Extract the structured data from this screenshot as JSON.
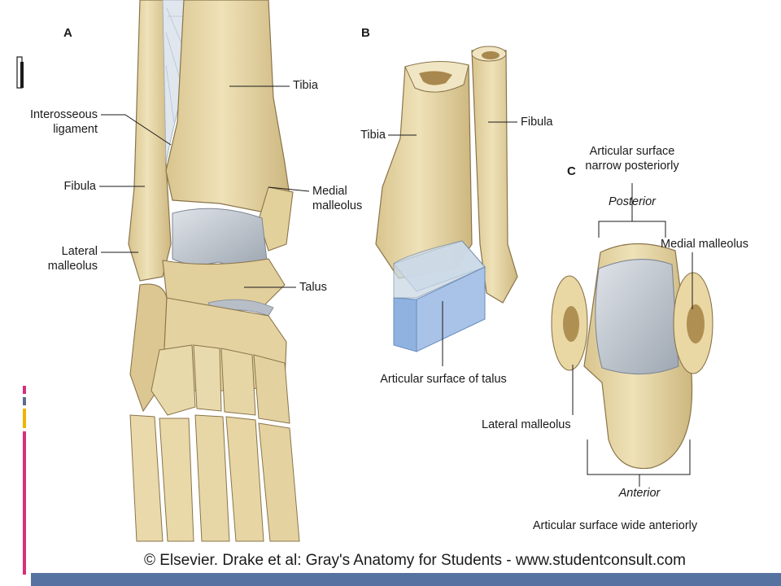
{
  "panels": {
    "a": {
      "letter": "A",
      "labels": {
        "tibia": "Tibia",
        "interosseous": [
          "Interosseous",
          "ligament"
        ],
        "fibula": "Fibula",
        "medial_malleolus": [
          "Medial",
          "malleolus"
        ],
        "lateral_malleolus": [
          "Lateral",
          "malleolus"
        ],
        "talus": "Talus"
      }
    },
    "b": {
      "letter": "B",
      "labels": {
        "tibia": "Tibia",
        "fibula": "Fibula",
        "articular_surface_talus": "Articular surface of talus"
      }
    },
    "c": {
      "letter": "C",
      "labels": {
        "narrow_posteriorly": [
          "Articular surface",
          "narrow posteriorly"
        ],
        "posterior": "Posterior",
        "medial_malleolus": "Medial malleolus",
        "lateral_malleolus": "Lateral malleolus",
        "anterior": "Anterior",
        "wide_anteriorly": "Articular surface wide anteriorly"
      }
    }
  },
  "credit": "© Elsevier. Drake et al: Gray's Anatomy for Students - www.studentconsult.com",
  "colors": {
    "bone": "#e8d9a8",
    "bone_shadow": "#c9b27a",
    "bone_outline": "#8a744a",
    "cartilage": "#c5cbd3",
    "blue_box": "#8fb4e0",
    "bar": "#5672a0",
    "accent_pink": "#d6307c",
    "accent_gold": "#f0b400",
    "accent_slate": "#5a6f8e"
  }
}
